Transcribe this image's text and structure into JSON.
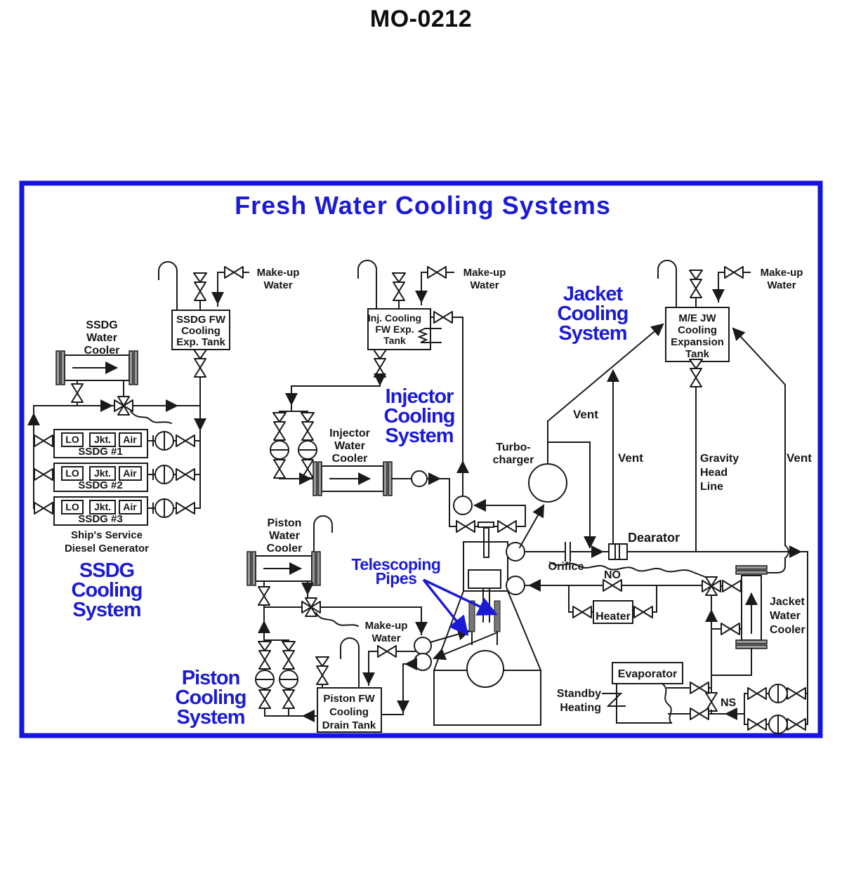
{
  "page": {
    "doc_number": "MO-0212",
    "diagram_title": "Fresh Water Cooling Systems"
  },
  "colors": {
    "accent_blue": "#1b1bd6",
    "border_blue": "#1515dd",
    "line": "#1a1a1a"
  },
  "labels": {
    "makeup": [
      "Make-up",
      "Water"
    ],
    "vent": "Vent",
    "ssdg_cooler": [
      "SSDG",
      "Water",
      "Cooler"
    ],
    "ssdg_tank": [
      "SSDG FW",
      "Cooling",
      "Exp. Tank"
    ],
    "inj_tank": [
      "Inj. Cooling",
      "FW Exp.",
      "Tank"
    ],
    "me_tank": [
      "M/E JW",
      "Cooling",
      "Expansion",
      "Tank"
    ],
    "ssdg_sys": [
      "SSDG",
      "Cooling",
      "System"
    ],
    "inj_sys": [
      "Injector",
      "Cooling",
      "System"
    ],
    "jacket_sys": [
      "Jacket",
      "Cooling",
      "System"
    ],
    "piston_sys": [
      "Piston",
      "Cooling",
      "System"
    ],
    "inj_cooler": [
      "Injector",
      "Water",
      "Cooler"
    ],
    "piston_cooler": [
      "Piston",
      "Water",
      "Cooler"
    ],
    "jacket_cooler": [
      "Jacket",
      "Water",
      "Cooler"
    ],
    "gravity": [
      "Gravity",
      "Head",
      "Line"
    ],
    "turbo": [
      "Turbo-",
      "charger"
    ],
    "telescoping": [
      "Telescoping",
      "Pipes"
    ],
    "ships": [
      "Ship's Service",
      "Diesel Generator"
    ],
    "units": [
      "SSDG #1",
      "SSDG #2",
      "SSDG #3"
    ],
    "ports": [
      "LO",
      "Jkt.",
      "Air"
    ],
    "drain_tank": [
      "Piston FW",
      "Cooling",
      "Drain Tank"
    ],
    "dearator": "Dearator",
    "orifice": "Orifice",
    "no_tag": "NO",
    "ns_tag": "NS",
    "heater": "Heater",
    "evaporator": "Evaporator",
    "standby": [
      "Standby",
      "Heating"
    ]
  }
}
